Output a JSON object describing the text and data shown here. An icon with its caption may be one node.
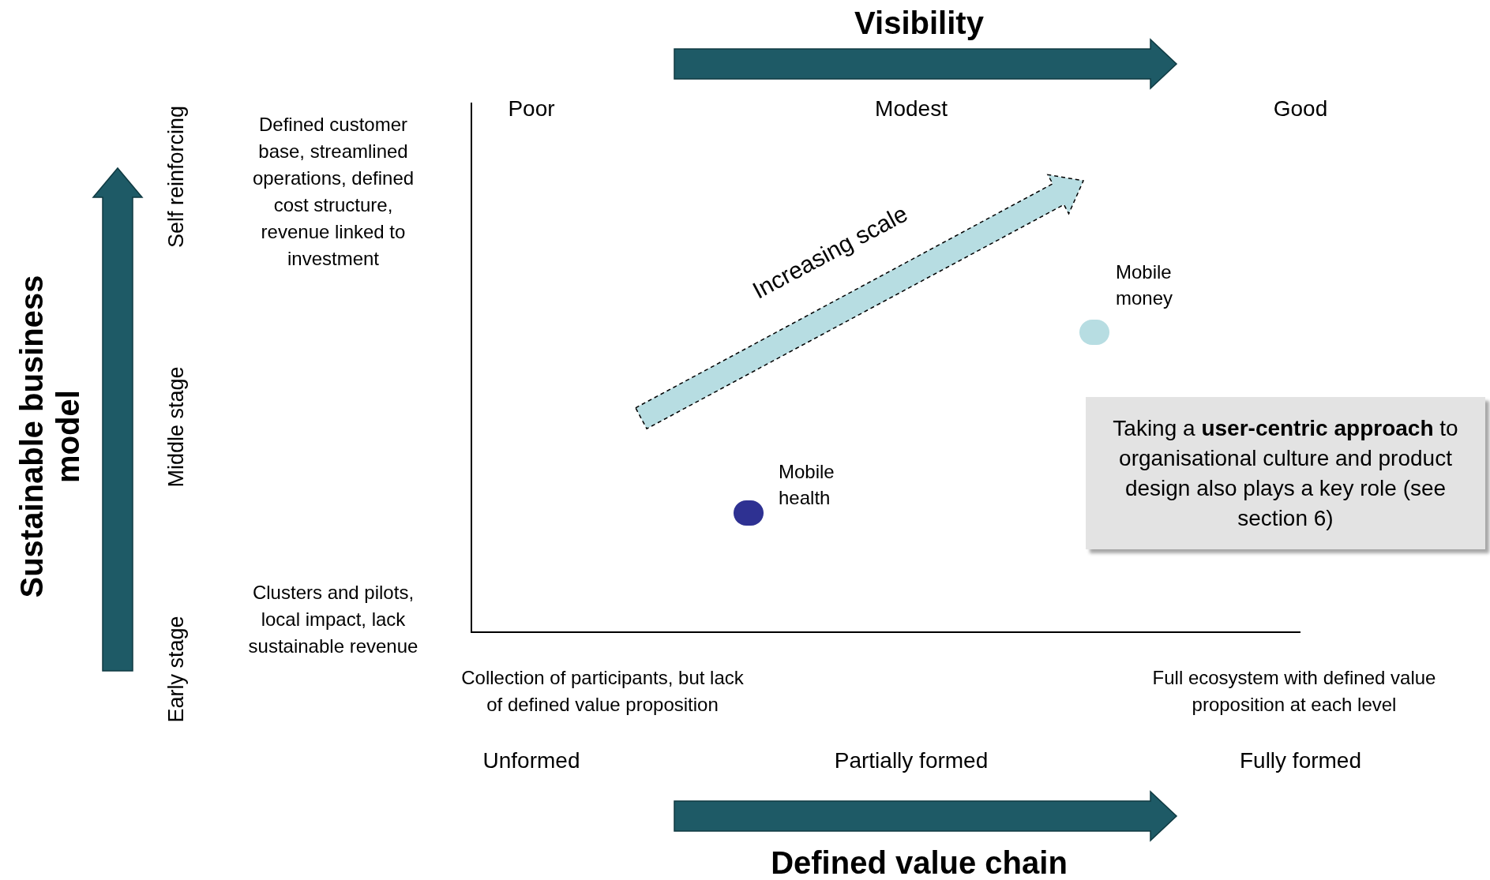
{
  "diagram": {
    "nodes": [
      {
        "text": [],
        "shape": "circle",
        "beside": [
          "Mobile money"
        ]
      },
      {
        "text": [],
        "shape": "circle",
        "beside": [
          "Mobile health"
        ]
      },
      {
        "text": [
          "Taking a **user-centric approach** to organisational culture and product design also plays a key role (see section 6)"
        ]
      }
    ],
    "labels": [
      "Visibility",
      "Poor",
      "Modest",
      "Good",
      "Sustainable business model",
      "Self reinforcing",
      "Middle stage",
      "Early stage",
      "Defined customer base,  streamlined operations, defined cost structure, revenue linked to investment",
      "Clusters and pilots, local impact, lack sustainable revenue",
      "Increasing scale",
      "Collection of participants, but lack of defined value proposition",
      "Full ecosystem with defined value proposition at each level",
      "Unformed",
      "Partially formed",
      "Fully formed",
      "Defined value chain"
    ]
  }
}
